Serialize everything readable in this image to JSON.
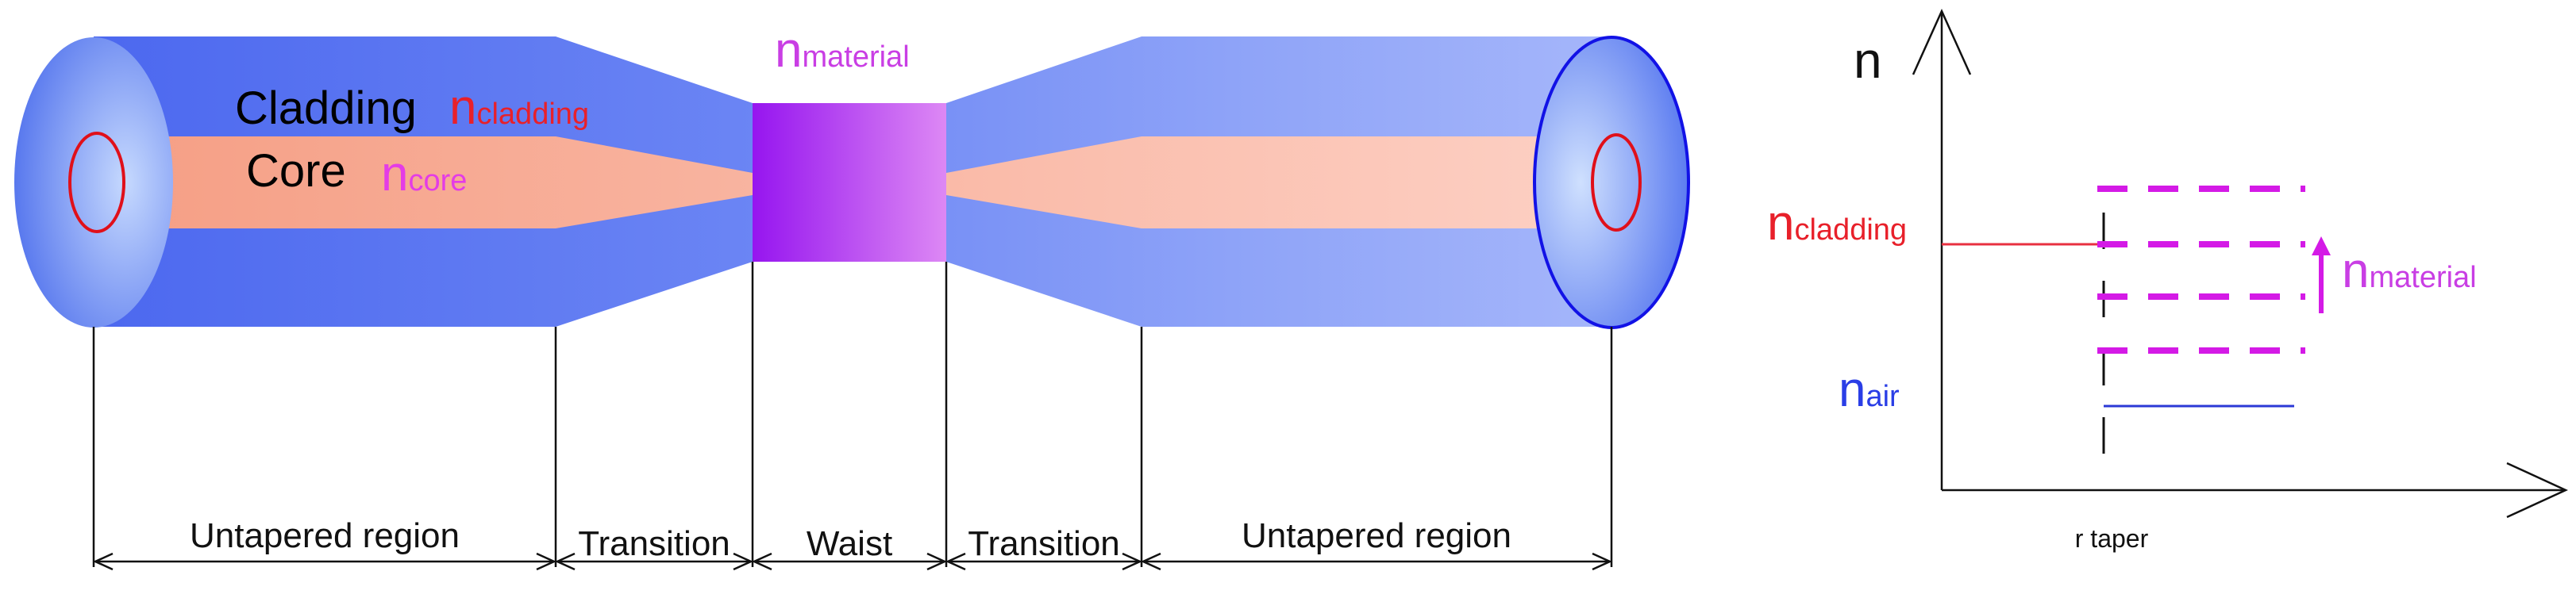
{
  "fiber": {
    "cladding_label": "Cladding",
    "cladding_index": {
      "main": "n",
      "sub": "cladding"
    },
    "core_label": "Core",
    "core_index": {
      "main": "n",
      "sub": "core"
    },
    "material_index": {
      "main": "n",
      "sub": "material"
    }
  },
  "regions": {
    "untapered_left": "Untapered region",
    "transition_left": "Transition",
    "waist": "Waist",
    "transition_right": "Transition",
    "untapered_right": "Untapered region"
  },
  "profile": {
    "y_axis_label": "n",
    "x_axis_label": "r taper",
    "cladding_level": {
      "main": "n",
      "sub": "cladding"
    },
    "air_level": {
      "main": "n",
      "sub": "air"
    },
    "material_range": {
      "main": "n",
      "sub": "material"
    }
  },
  "colors": {
    "cladding_dark": "#4f6cf0",
    "cladding_light": "#9fb4fb",
    "core_left": "#f6a287",
    "core_right": "#fcc8b9",
    "material_dark": "#9d19f2",
    "material_light": "#d77ef6",
    "end_face_dark": "#5d7bf0",
    "end_face_light": "#bcd2fd",
    "core_outline": "#e0101a",
    "n_cladding_text": "#e8202a",
    "n_core_text": "#e43ce6",
    "n_material_text": "#c93ee4",
    "n_air_text": "#2a3ee6",
    "material_dashes": "#d41ae6",
    "cladding_line": "#e83040",
    "air_line": "#2b39d6"
  }
}
